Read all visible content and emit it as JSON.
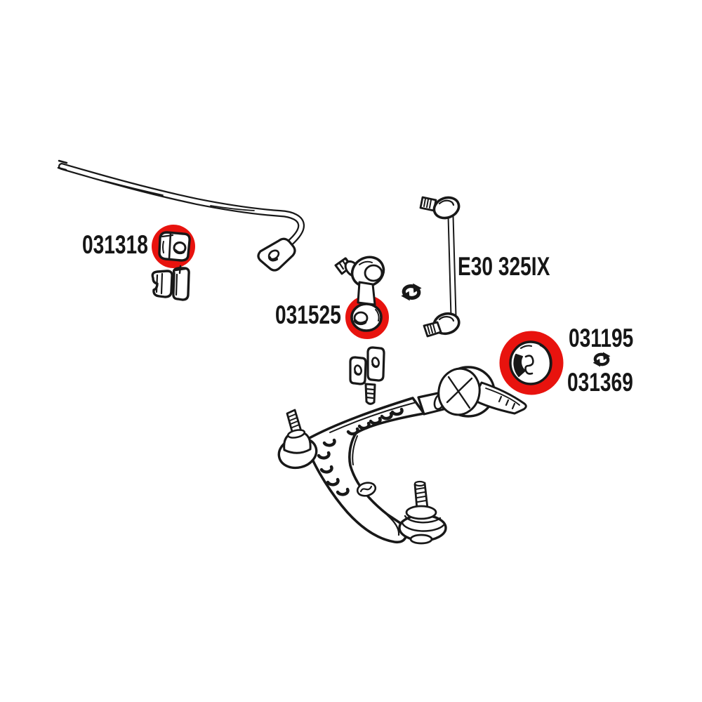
{
  "diagram": {
    "title_context": "suspension-parts-diagram",
    "background_color": "#ffffff",
    "line_color": "#181818",
    "highlight_color": "#e8130e",
    "labels": {
      "part_sway_bar_bushing": "031318",
      "part_end_link_short": "031525",
      "model_link": "E30 325IX",
      "part_control_arm_bushing_a": "031195",
      "part_control_arm_bushing_b": "031369"
    },
    "icons": {
      "interchange": "interchange-arrows-icon"
    }
  }
}
